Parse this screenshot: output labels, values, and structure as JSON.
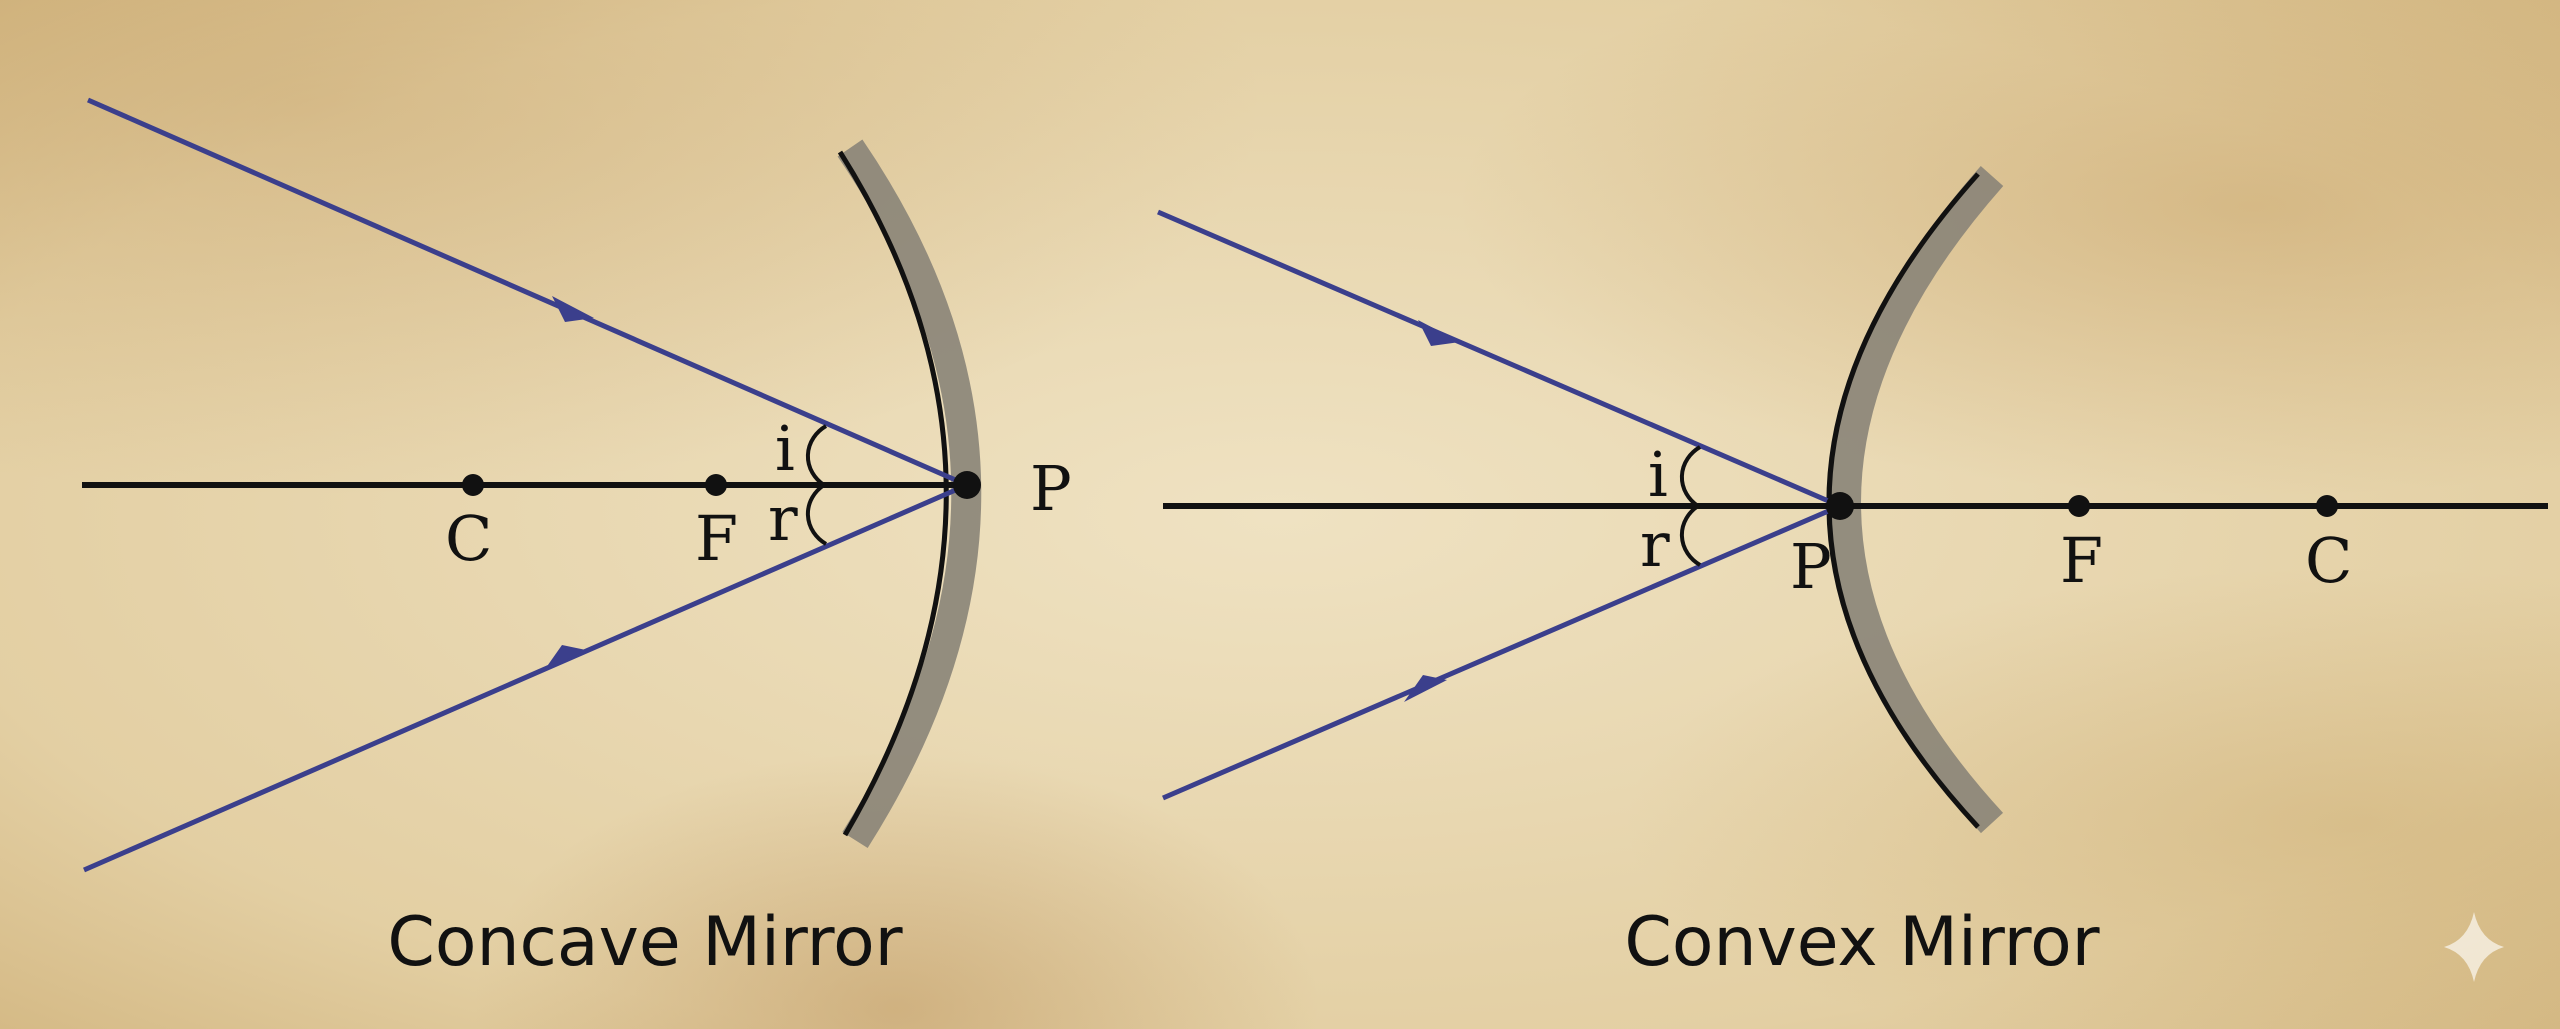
{
  "concave": {
    "caption": "Concave Mirror",
    "labels": {
      "C": "C",
      "F": "F",
      "P": "P",
      "i": "i",
      "r": "r"
    }
  },
  "convex": {
    "caption": "Convex Mirror",
    "labels": {
      "C": "C",
      "F": "F",
      "P": "P",
      "i": "i",
      "r": "r"
    }
  },
  "colors": {
    "ray": "#3b3f8c",
    "axis": "#111111",
    "mirror_back": "#8a8478",
    "paper": "#e8d9b5"
  }
}
